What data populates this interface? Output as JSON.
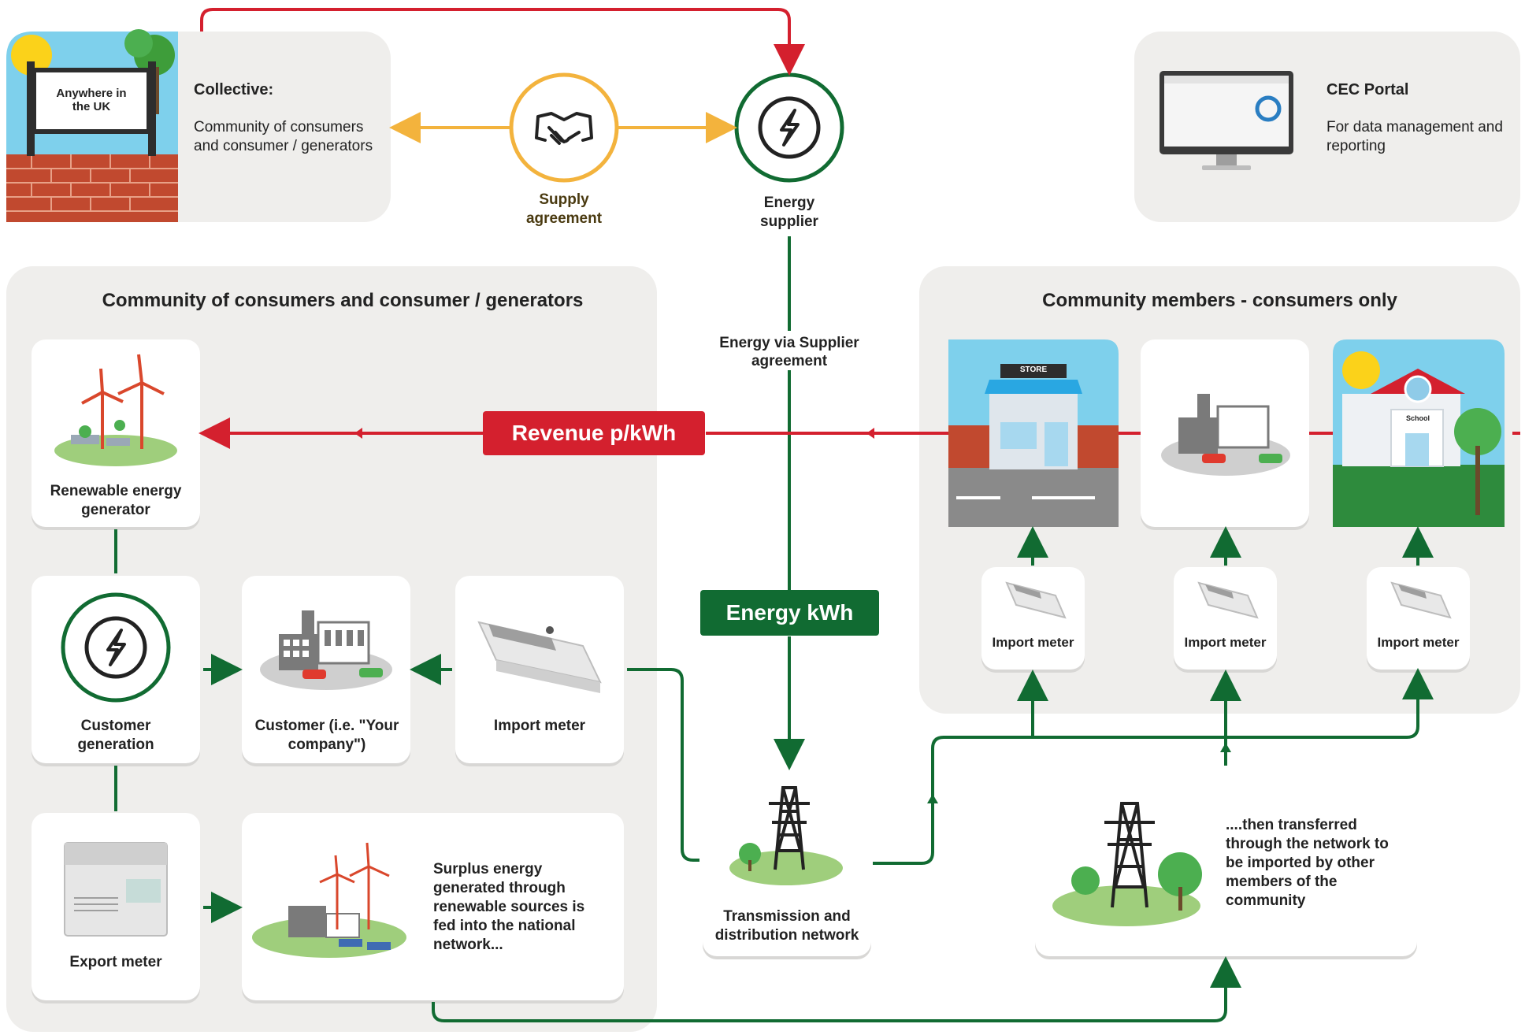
{
  "collective": {
    "sign_text": "Anywhere in the UK",
    "title": "Collective:",
    "description": "Community of consumers and consumer / generators"
  },
  "supply_agreement": {
    "label": "Supply agreement"
  },
  "energy_supplier": {
    "label": "Energy supplier"
  },
  "cec_portal": {
    "title": "CEC Portal",
    "description": "For data management and reporting"
  },
  "left_panel": {
    "title": "Community of consumers and consumer / generators",
    "renewable_generator": "Renewable energy generator",
    "customer_generation": "Customer generation",
    "customer_company": "Customer (i.e. \"Your company\")",
    "import_meter": "Import meter",
    "export_meter": "Export meter",
    "surplus_text": "Surplus energy generated through renewable sources is fed into the national network..."
  },
  "right_panel": {
    "title": "Community members - consumers only",
    "store_sign": "STORE",
    "school_sign": "School",
    "meters": [
      "Import meter",
      "Import meter",
      "Import meter"
    ]
  },
  "flows": {
    "energy_via_supplier": "Energy via Supplier agreement",
    "revenue": "Revenue p/kWh",
    "energy_kwh": "Energy kWh"
  },
  "network": {
    "transmission": "Transmission and distribution network",
    "transfer_text": "....then transferred through the network to be imported by other members of the community"
  },
  "colors": {
    "red": "#d4202e",
    "green": "#116b32",
    "amber": "#f3b33d",
    "panel": "#efeeec"
  }
}
